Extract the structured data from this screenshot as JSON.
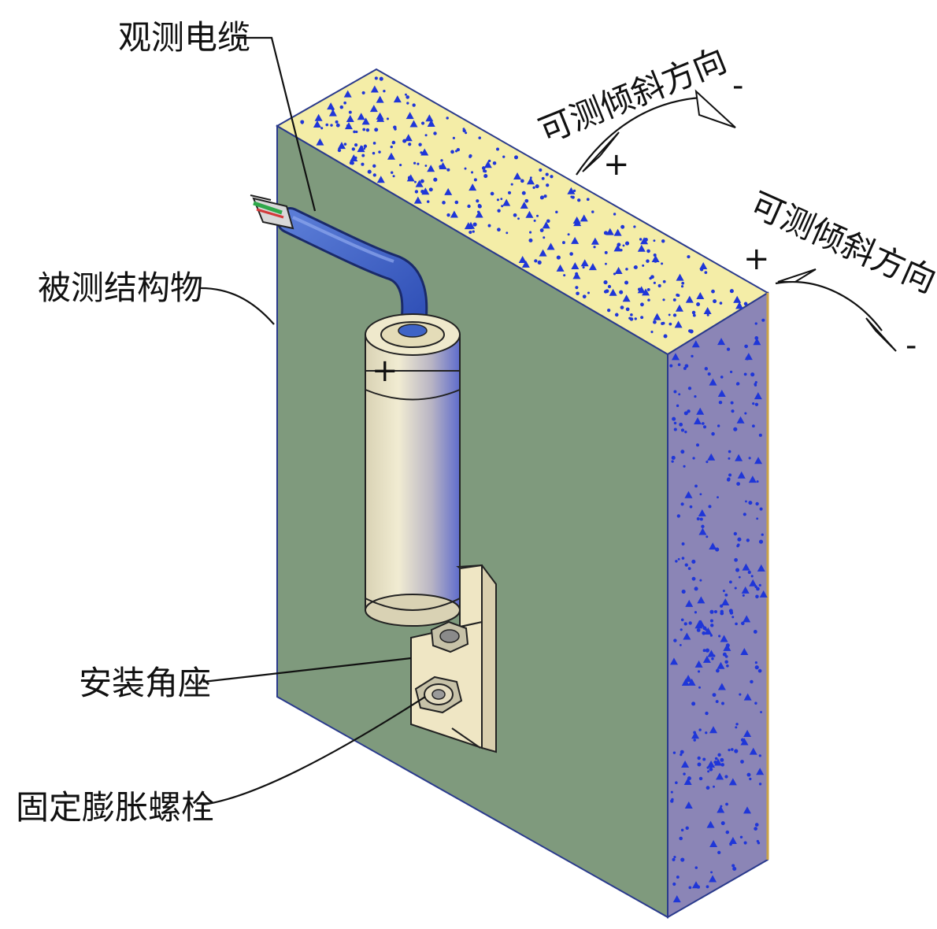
{
  "labels": {
    "cable": "观测电缆",
    "structure": "被测结构物",
    "bracket": "安装角座",
    "bolt": "固定膨胀螺栓",
    "tilt_direction_top": "可测倾斜方向",
    "tilt_direction_side": "可测倾斜方向"
  },
  "signs": {
    "top_minus": "-",
    "top_plus": "+",
    "side_plus": "+",
    "side_minus": "-",
    "sensor_plus": "+"
  },
  "colors": {
    "wall_front": "#7f9a7d",
    "wall_top": "#f4eda7",
    "wall_side": "#8b85b6",
    "speckle": "#1f36d8",
    "cable": "#3f64c6",
    "sensor_body": "#e7e1c2",
    "sensor_shade": "#6f78c8",
    "bracket": "#efe6c4",
    "line": "#111111"
  }
}
